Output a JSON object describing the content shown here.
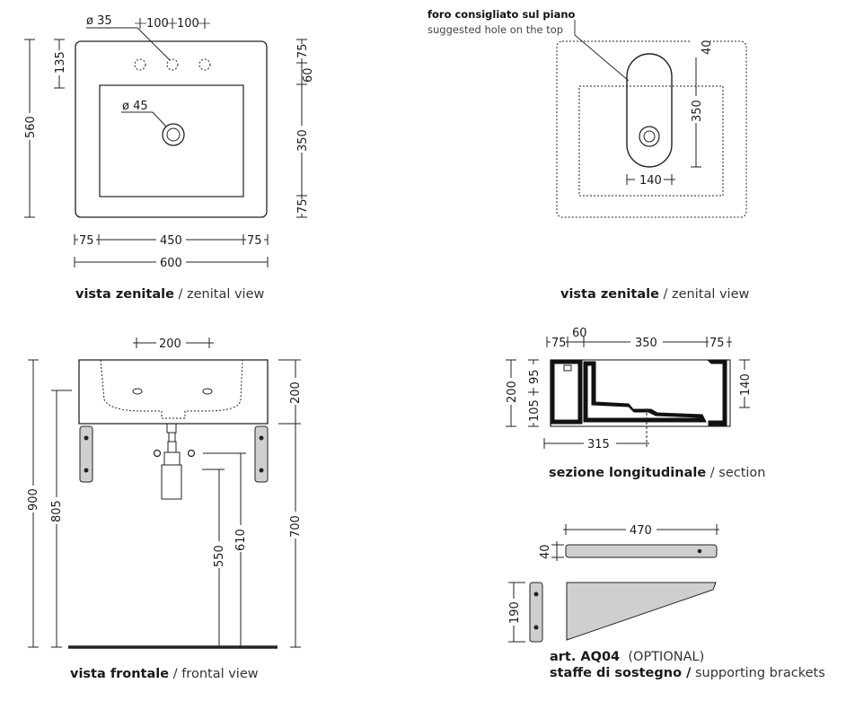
{
  "top_left": {
    "hole_dia": "ø 35",
    "hole_spacing_a": "100",
    "hole_spacing_b": "100",
    "drain_dia": "ø 45",
    "depth_total": "560",
    "depth_to_holes": "135",
    "right_top": "75",
    "right_gap": "60",
    "right_basin": "350",
    "right_bottom": "75",
    "bottom_left": "75",
    "bottom_mid": "450",
    "bottom_right": "75",
    "bottom_total": "600",
    "caption_bold": "vista zenitale",
    "caption_light": " / zenital view"
  },
  "top_right": {
    "note_it": "foro consigliato sul piano",
    "note_en": "suggested hole on the top",
    "dim_top": "40",
    "dim_length": "350",
    "dim_width": "140",
    "caption_bold": "vista zenitale",
    "caption_light": " / zenital view"
  },
  "front": {
    "dim_top": "200",
    "dim_total": "900",
    "dim_805": "805",
    "dim_550": "550",
    "dim_610": "610",
    "dim_200_right": "200",
    "dim_700": "700",
    "caption_bold": "vista frontale",
    "caption_light": " / frontal view"
  },
  "section": {
    "dim_75a": "75",
    "dim_60": "60",
    "dim_350": "350",
    "dim_75b": "75",
    "dim_200": "200",
    "dim_95": "95",
    "dim_105": "105",
    "dim_140": "140",
    "dim_315": "315",
    "caption_bold": "sezione longitudinale",
    "caption_light": " / section"
  },
  "brackets": {
    "dim_470": "470",
    "dim_40": "40",
    "dim_190": "190",
    "code": "art. AQ04",
    "optional": "(OPTIONAL)",
    "caption_bold": "staffe di sostegno /",
    "caption_light": " supporting brackets"
  }
}
